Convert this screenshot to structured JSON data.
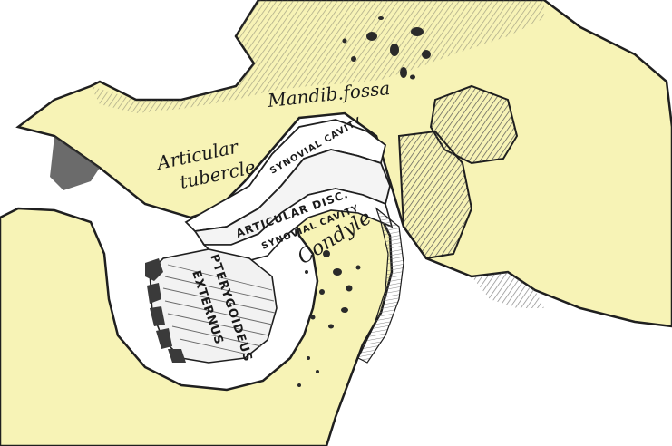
{
  "figure": {
    "labels": {
      "mandibular_fossa": "Mandib.fossa",
      "articular_tubercle_line1": "Articular",
      "articular_tubercle_line2": "tubercle",
      "synovial_cavity_upper": "SYNOVIAL CAVITY",
      "articular_disc": "ARTICULAR DISC.",
      "synovial_cavity_lower": "SYNOVIAL CAVITY",
      "condyle": "Condyle",
      "muscle_line1": "PTERYGOIDEUS",
      "muscle_line2": "EXTERNUS"
    },
    "colors": {
      "bone": "#f7f3b6",
      "outline": "#1f1f1f",
      "hatch": "#5a5a5a",
      "background": "#ffffff"
    }
  }
}
